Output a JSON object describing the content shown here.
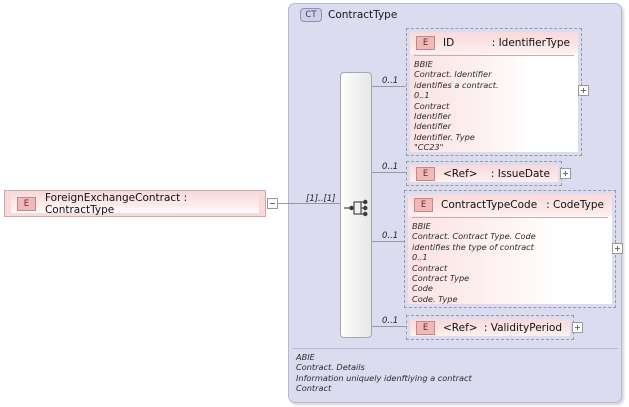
{
  "diagram": {
    "type": "xsd-schema-diagram",
    "root_element": {
      "badge": "E",
      "label": "ForeignExchangeContract : ContractType",
      "name": "ForeignExchangeContract",
      "type": "ContractType",
      "toggle": "minus-box"
    },
    "connector": {
      "root_cardinality": "[1]..[1]",
      "compositor": "sequence"
    },
    "complex_type": {
      "badge": "CT",
      "title": "ContractType",
      "documentation": "ABIE\nContract. Details\nInformation uniquely idenftiying a contract\nContract"
    },
    "children": [
      {
        "badge": "E",
        "name": "ID",
        "type": ": IdentifierType",
        "cardinality": "0..1",
        "has_expand": true,
        "documentation": "BBIE\nContract. Identifier\nidentifies a contract.\n0..1\nContract\nIdentifier\nIdentifier\nIdentifier. Type\n\"CC23\""
      },
      {
        "badge": "E",
        "name": "<Ref>",
        "type": ": IssueDate",
        "cardinality": "0..1",
        "has_expand": true,
        "documentation": ""
      },
      {
        "badge": "E",
        "name": "ContractTypeCode",
        "type": ": CodeType",
        "cardinality": "0..1",
        "has_expand": true,
        "documentation": "BBIE\nContract. Contract Type. Code\nidentifies the type of contract\n0..1\nContract\nContract Type\nCode\nCode. Type"
      },
      {
        "badge": "E",
        "name": "<Ref>",
        "type": ": ValidityPeriod",
        "cardinality": "0..1",
        "has_expand": true,
        "documentation": ""
      }
    ],
    "colors": {
      "element_fill": "#f9d9d9",
      "element_badge": "#f0b9b9",
      "container_fill": "#dcdcf0",
      "container_border": "#b8b8cf",
      "line": "#9a9a9a"
    }
  }
}
